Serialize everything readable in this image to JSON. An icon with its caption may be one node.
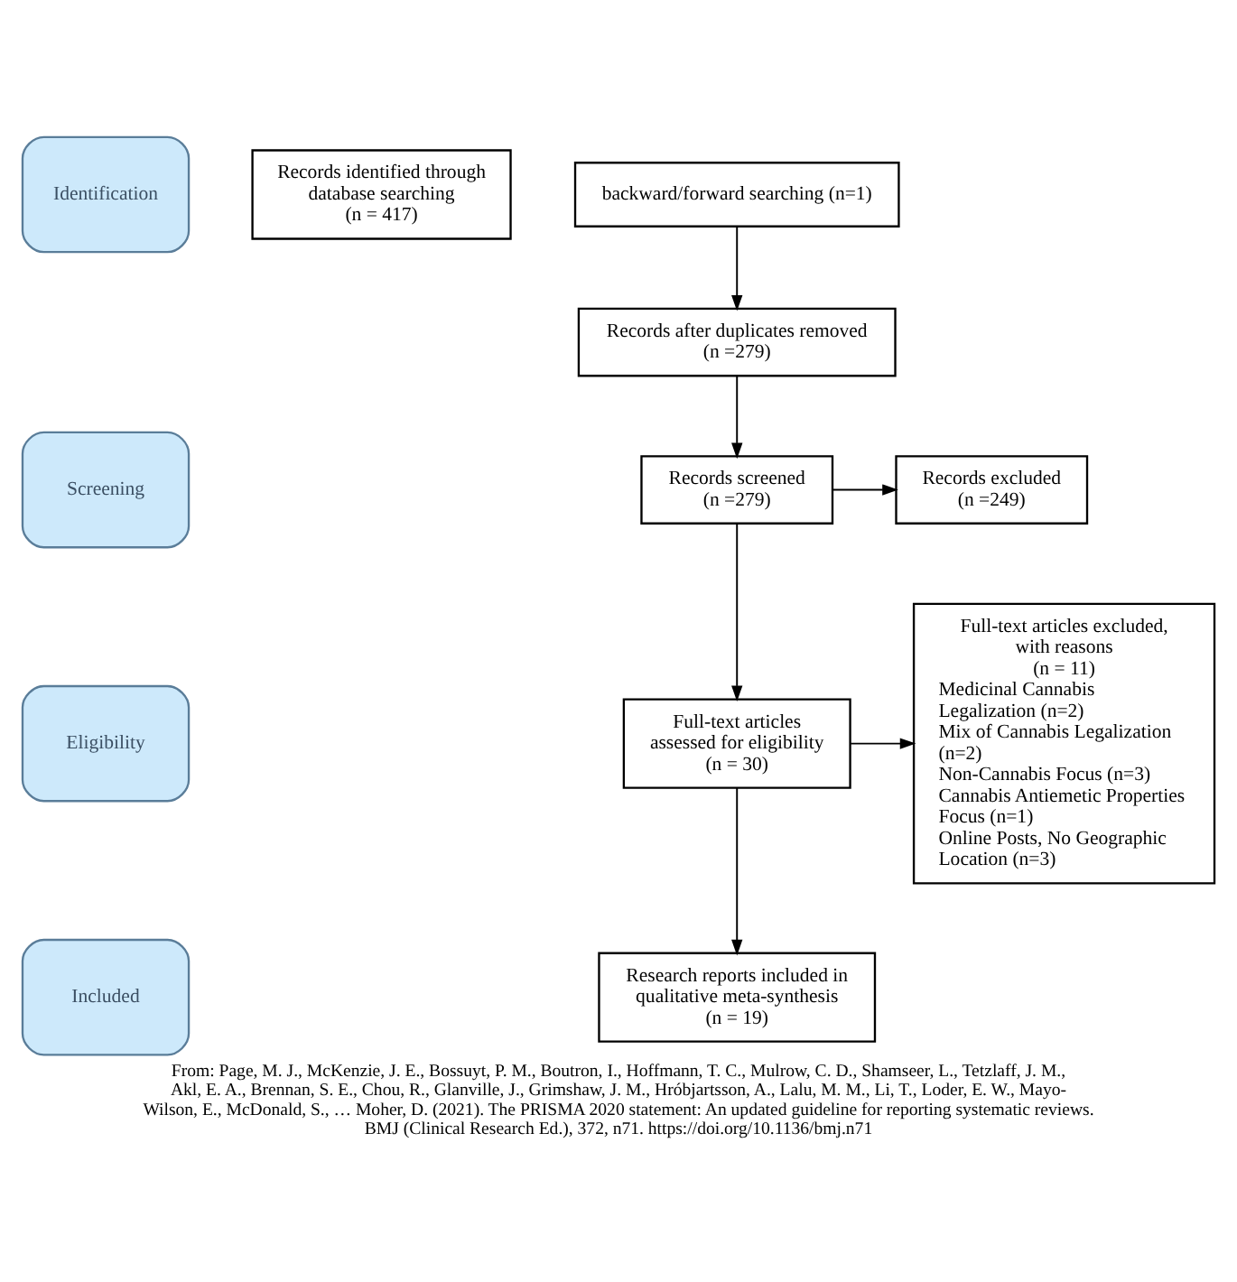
{
  "diagram": {
    "caption": "From: Page, M. J., McKenzie, J. E., Bossuyt, P. M., Boutron, I., Hoffmann, T. C., Mulrow, C. D., Shamseer, L., Tetzlaff, J. M., Akl, E. A., Brennan, S. E., Chou, R., Glanville, J., Grimshaw, J. M., Hróbjartsson, A., Lalu, M. M., Li, T., Loder, E. W., Mayo-Wilson, E., McDonald, S., … Moher, D. (2021). The PRISMA 2020 statement: An updated guideline for reporting systematic reviews. BMJ (Clinical Research Ed.), 372, n71. https://doi.org/10.1136/bmj.n71",
    "nodes": [
      {
        "text": [
          "Identification"
        ]
      },
      {
        "text": [
          "Screening"
        ]
      },
      {
        "text": [
          "Eligibility"
        ]
      },
      {
        "text": [
          "Included"
        ]
      },
      {
        "text": [
          "Records identified through database searching",
          "(n = 417)"
        ]
      },
      {
        "text": [
          "backward/forward searching (n=1)"
        ]
      },
      {
        "text": [
          "Records after duplicates removed",
          "(n =279)"
        ]
      },
      {
        "text": [
          "Records screened",
          "(n =279)"
        ]
      },
      {
        "text": [
          "Records excluded",
          "(n =249)"
        ]
      },
      {
        "text": [
          "Full-text articles assessed for eligibility",
          "(n = 30)"
        ]
      },
      {
        "text": [
          "Full-text articles excluded, with reasons",
          "(n = 11)",
          "Medicinal Cannabis Legalization (n=2)",
          "Mix of Cannabis Legalization (n=2)",
          "Non-Cannabis Focus (n=3)",
          "Cannabis Antiemetic Properties Focus (n=1)",
          "Online Posts, No Geographic Location (n=3)"
        ]
      },
      {
        "text": [
          "Research reports included in qualitative meta-synthesis",
          "(n = 19)"
        ]
      }
    ],
    "edges": [
      {
        "from": 5,
        "to": 6,
        "arrow": "to"
      },
      {
        "from": 6,
        "to": 7,
        "arrow": "to"
      },
      {
        "from": 7,
        "to": 8,
        "arrow": "to"
      },
      {
        "from": 7,
        "to": 9,
        "arrow": "to"
      },
      {
        "from": 9,
        "to": 10,
        "arrow": "to"
      },
      {
        "from": 9,
        "to": 11,
        "arrow": "to"
      }
    ]
  }
}
